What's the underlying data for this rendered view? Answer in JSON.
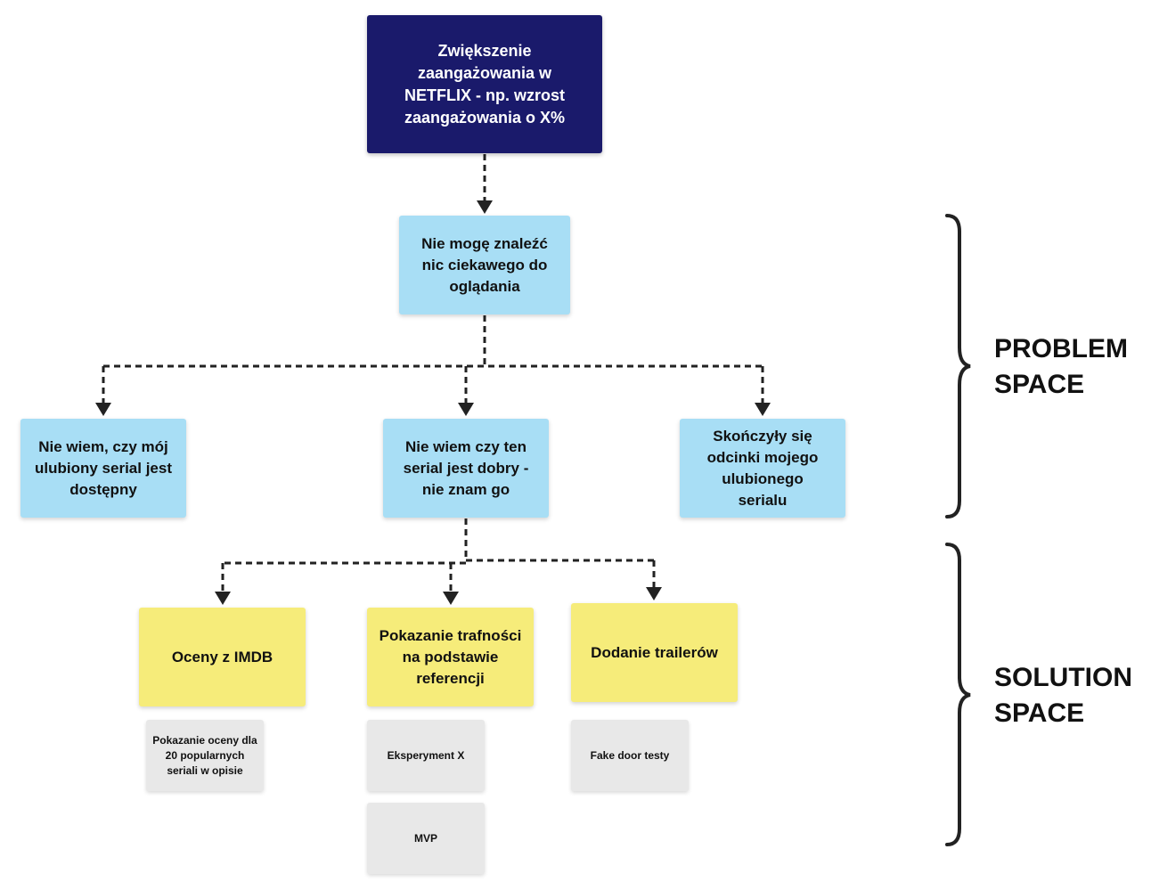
{
  "goal": {
    "text": "Zwiększenie zaangażowania w NETFLIX - np. wzrost zaangażowania o X%"
  },
  "root_problem": {
    "text": "Nie mogę znaleźć nic ciekawego do oglądania"
  },
  "sub_problems": [
    {
      "text": "Nie wiem, czy mój ulubiony serial jest dostępny"
    },
    {
      "text": "Nie wiem czy ten serial jest dobry - nie znam go"
    },
    {
      "text": "Skończyły się odcinki mojego ulubionego serialu"
    }
  ],
  "solutions": [
    {
      "text": "Oceny z IMDB",
      "experiments": [
        "Pokazanie oceny dla 20 popularnych seriali w opisie"
      ]
    },
    {
      "text": "Pokazanie trafności na podstawie referencji",
      "experiments": [
        "Eksperyment X",
        "MVP"
      ]
    },
    {
      "text": "Dodanie trailerów",
      "experiments": [
        "Fake door testy"
      ]
    }
  ],
  "labels": {
    "problem_space": [
      "PROBLEM",
      "SPACE"
    ],
    "solution_space": [
      "SOLUTION",
      "SPACE"
    ]
  },
  "colors": {
    "goal": "#1a1a6b",
    "problem": "#a8def5",
    "solution": "#f6ec7a",
    "experiment": "#e8e8e8",
    "connector": "#222222"
  }
}
